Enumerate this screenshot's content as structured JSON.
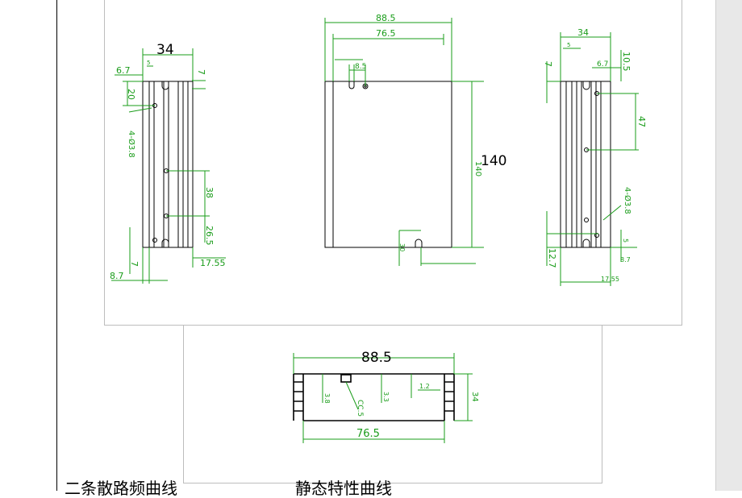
{
  "labels": {
    "left_width": "34",
    "front_height": "140",
    "bottom_width": "88.5"
  },
  "dims": {
    "front_top_outer": "88.5",
    "front_top_inner": "76.5",
    "left_6_7": "6.7",
    "left_7": "7",
    "left_5": "5",
    "left_20": "20",
    "left_hole": "4-Ø3.8",
    "left_38": "38",
    "left_26_5": "26.5",
    "left_17_55": "17.55",
    "left_8_7": "8.7",
    "front_8_5": "8.5",
    "front_140": "140",
    "front_30": "30",
    "right_34": "34",
    "right_10_5": "10.5",
    "right_47": "47",
    "right_hole": "4-Ø3.8",
    "right_12_7": "12.7",
    "bottom_34": "34",
    "bottom_76_5": "76.5",
    "bottom_3_8": "3.8",
    "bottom_3_3": "3.3",
    "bottom_1_2": "1.2",
    "bottom_note": "CC.5"
  },
  "captions": {
    "left": "二条散路频曲线",
    "right": "静态特性曲线"
  },
  "colors": {
    "dimension": "#1a9c1a",
    "outline": "#000000"
  }
}
